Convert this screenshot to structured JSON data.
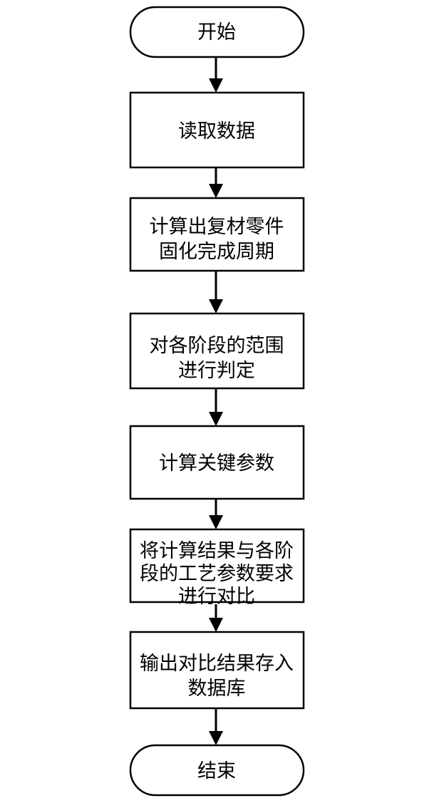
{
  "flowchart": {
    "start": {
      "label": "开始"
    },
    "steps": [
      {
        "lines": [
          "读取数据"
        ]
      },
      {
        "lines": [
          "计算出复材零件",
          "固化完成周期"
        ]
      },
      {
        "lines": [
          "对各阶段的范围",
          "进行判定"
        ]
      },
      {
        "lines": [
          "计算关键参数"
        ]
      },
      {
        "lines": [
          "将计算结果与各阶",
          "段的工艺参数要求",
          "进行对比"
        ]
      },
      {
        "lines": [
          "输出对比结果存入",
          "数据库"
        ]
      }
    ],
    "end": {
      "label": "结束"
    }
  }
}
